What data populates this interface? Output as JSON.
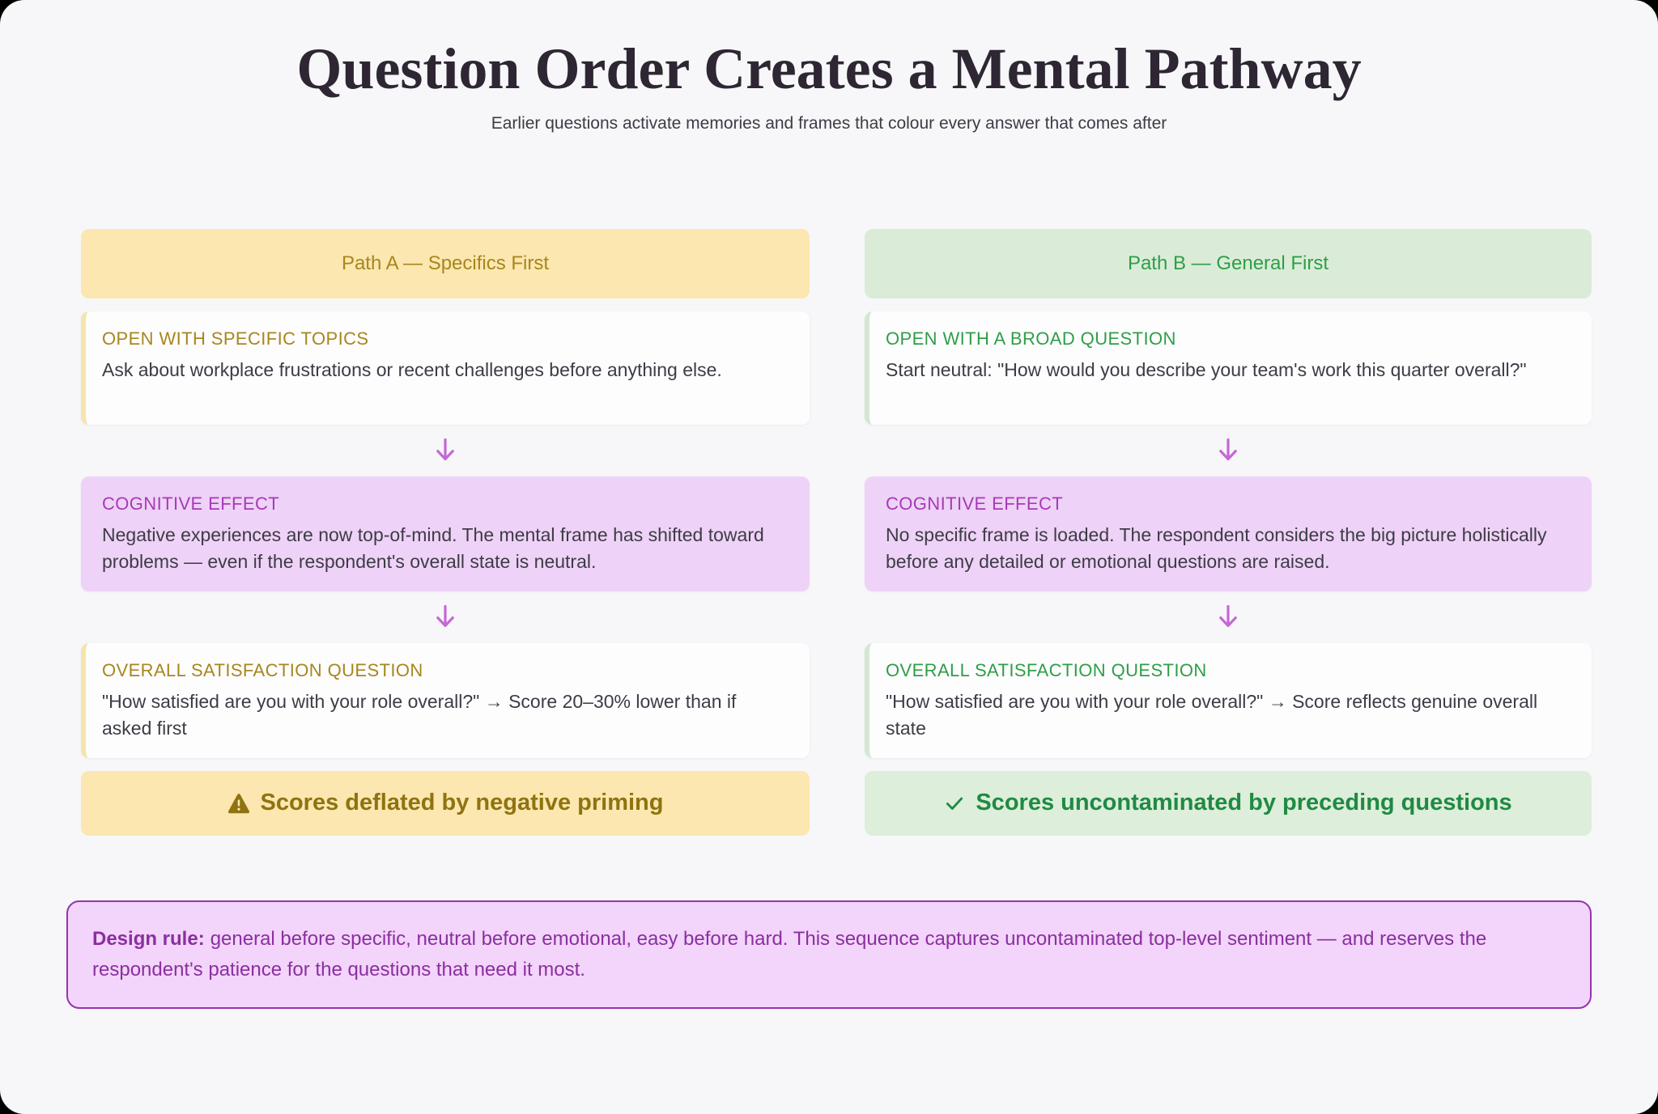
{
  "page": {
    "title": "Question Order Creates a Mental Pathway",
    "subtitle": "Earlier questions activate memories and frames that colour every answer that comes after"
  },
  "paths": [
    {
      "header": "Path A — Specifics First",
      "steps": [
        {
          "label": "OPEN WITH SPECIFIC TOPICS",
          "body": "Ask about workplace frustrations or recent challenges before anything else."
        },
        {
          "label": "COGNITIVE EFFECT",
          "body": "Negative experiences are now top-of-mind. The mental frame has shifted toward problems — even if the respondent's overall state is neutral."
        },
        {
          "label": "OVERALL SATISFACTION QUESTION",
          "body": "\"How satisfied are you with your role overall?\" → Score 20–30% lower than if asked first"
        }
      ],
      "outcome": {
        "icon": "warning-icon",
        "text": "Scores deflated by negative priming"
      }
    },
    {
      "header": "Path B — General First",
      "steps": [
        {
          "label": "OPEN WITH A BROAD QUESTION",
          "body": "Start neutral: \"How would you describe your team's work this quarter overall?\""
        },
        {
          "label": "COGNITIVE EFFECT",
          "body": "No specific frame is loaded. The respondent considers the big picture holistically before any detailed or emotional questions are raised."
        },
        {
          "label": "OVERALL SATISFACTION QUESTION",
          "body": "\"How satisfied are you with your role overall?\" → Score reflects genuine overall state"
        }
      ],
      "outcome": {
        "icon": "check-icon",
        "text": "Scores uncontaminated by preceding questions"
      }
    }
  ],
  "step_arrow_icon": "arrow-down-icon",
  "design_rule": {
    "label": "Design rule:",
    "text": "general before specific, neutral before emotional, easy before hard. This sequence captures uncontaminated top-level sentiment — and reserves the respondent's patience for the questions that need it most."
  },
  "colors": {
    "page_background": "#f7f7f9",
    "title_text": "#2e2733",
    "path_a_accent": "#a8861d",
    "path_a_fill": "#fbe7af",
    "path_b_accent": "#2f9e47",
    "path_b_fill": "#daecd8",
    "cognitive_fill": "#efd2f7",
    "cognitive_accent": "#a63ab8",
    "arrow": "#c468d4",
    "design_rule_fill": "#f3d4fa",
    "design_rule_border": "#9633ad",
    "design_rule_text": "#8a2fa0"
  }
}
